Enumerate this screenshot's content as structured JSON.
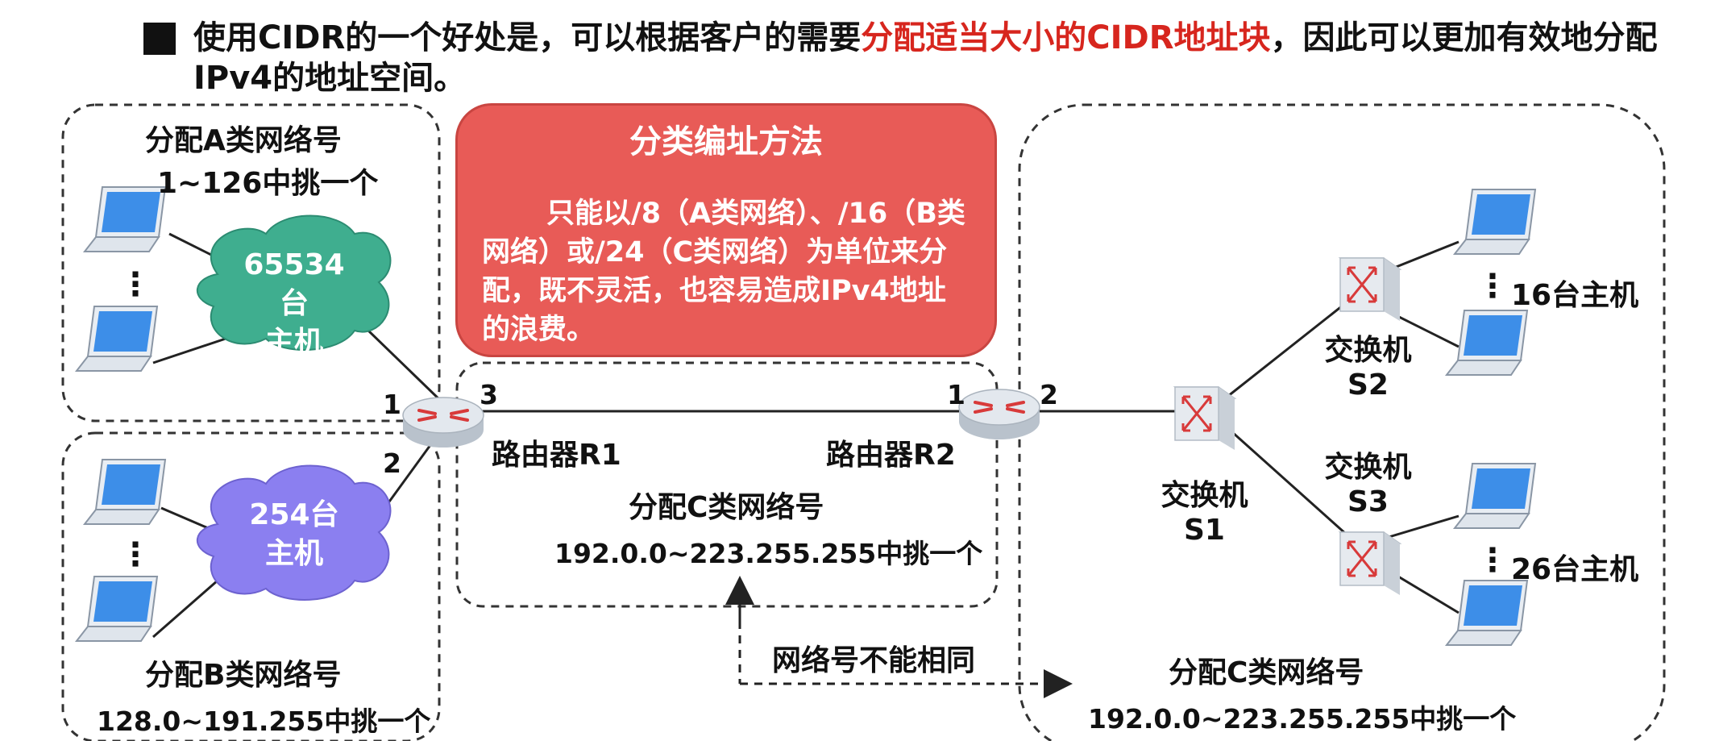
{
  "headline": {
    "part1": "使用CIDR的一个好处是，可以根据客户的需要",
    "highlight": "分配适当大小的CIDR地址块",
    "part2": "，因此可以更加有效地分配IPv4的地址空间。"
  },
  "callout": {
    "title": "分类编址方法",
    "body": "只能以/8（A类网络）、/16（B类网络）或/24（C类网络）为单位来分配，既不灵活，也容易造成IPv4地址的浪费。"
  },
  "networkA": {
    "title": "分配A类网络号",
    "range": "1~126中挑一个",
    "cloud_line1": "65534台",
    "cloud_line2": "主机"
  },
  "networkB": {
    "title": "分配B类网络号",
    "range": "128.0~191.255中挑一个",
    "cloud_line1": "254台",
    "cloud_line2": "主机"
  },
  "networkMid": {
    "title": "分配C类网络号",
    "range": "192.0.0~223.255.255中挑一个"
  },
  "networkRight": {
    "title": "分配C类网络号",
    "range": "192.0.0~223.255.255中挑一个"
  },
  "routers": {
    "r1": "路由器R1",
    "r2": "路由器R2"
  },
  "ports": {
    "r1_p1": "1",
    "r1_p2": "2",
    "r1_p3": "3",
    "r2_p1": "1",
    "r2_p2": "2"
  },
  "switches": {
    "s1_line1": "交换机",
    "s1_line2": "S1",
    "s2_line1": "交换机",
    "s2_line2": "S2",
    "s3_line1": "交换机",
    "s3_line2": "S3"
  },
  "hosts": {
    "s2_hosts": "16台主机",
    "s3_hosts": "26台主机"
  },
  "ellipsis": "⋮",
  "note": "网络号不能相同",
  "colors": {
    "callout_fill": "#e85b57",
    "highlight_text": "#d7261e",
    "cloud_a": "#3fae8f",
    "cloud_b": "#8b7ff0",
    "router_accent": "#d83a3a",
    "laptop_screen": "#3d8ee8"
  },
  "icons": [
    "laptop-icon",
    "router-icon",
    "switch-icon",
    "cloud-icon",
    "arrow-icon"
  ]
}
